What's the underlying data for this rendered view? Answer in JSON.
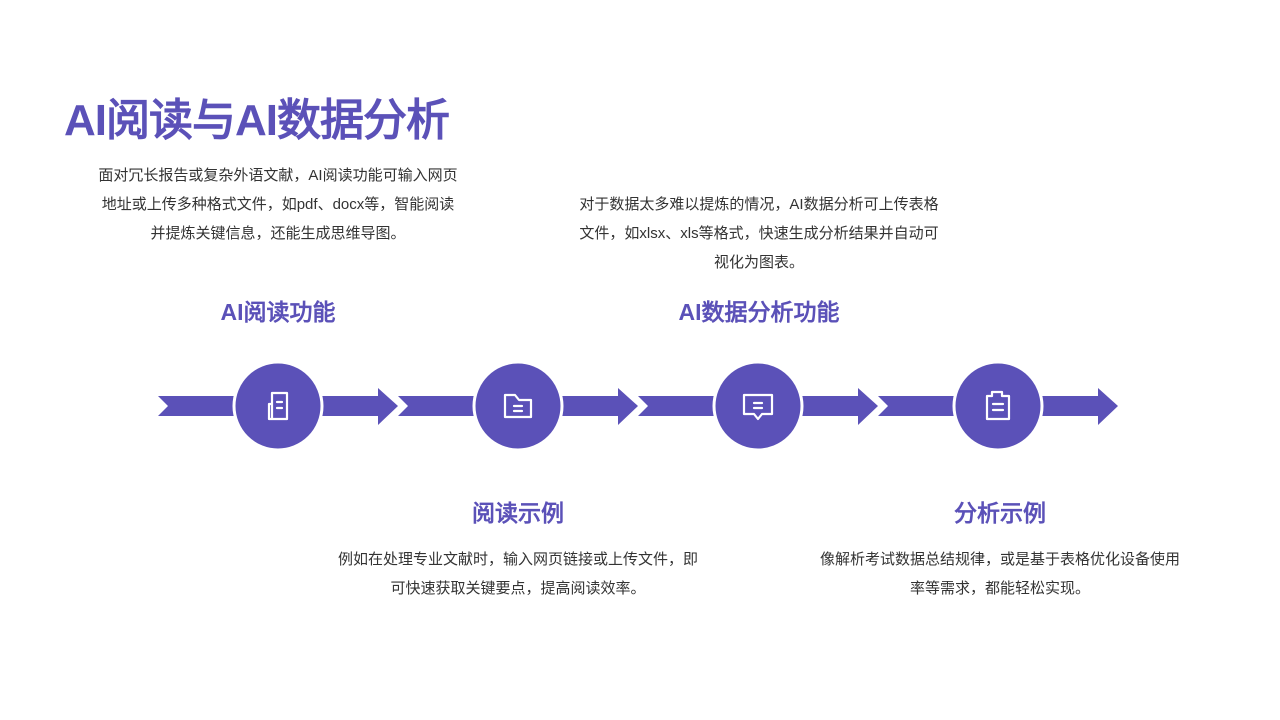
{
  "title": "AI阅读与AI数据分析",
  "accent": "#5b51b8",
  "top": [
    {
      "heading": "AI阅读功能",
      "text": "面对冗长报告或复杂外语文献，AI阅读功能可输入网页地址或上传多种格式文件，如pdf、docx等，智能阅读并提炼关键信息，还能生成思维导图。"
    },
    {
      "heading": "AI数据分析功能",
      "text": "对于数据太多难以提炼的情况，AI数据分析可上传表格文件，如xlsx、xls等格式，快速生成分析结果并自动可视化为图表。"
    }
  ],
  "bottom": [
    {
      "heading": "阅读示例",
      "text": "例如在处理专业文献时，输入网页链接或上传文件，即可快速获取关键要点，提高阅读效率。"
    },
    {
      "heading": "分析示例",
      "text": "像解析考试数据总结规律，或是基于表格优化设备使用率等需求，都能轻松实现。"
    }
  ],
  "steps": [
    {
      "icon": "document-icon"
    },
    {
      "icon": "folder-icon"
    },
    {
      "icon": "message-icon"
    },
    {
      "icon": "clipboard-icon"
    }
  ]
}
